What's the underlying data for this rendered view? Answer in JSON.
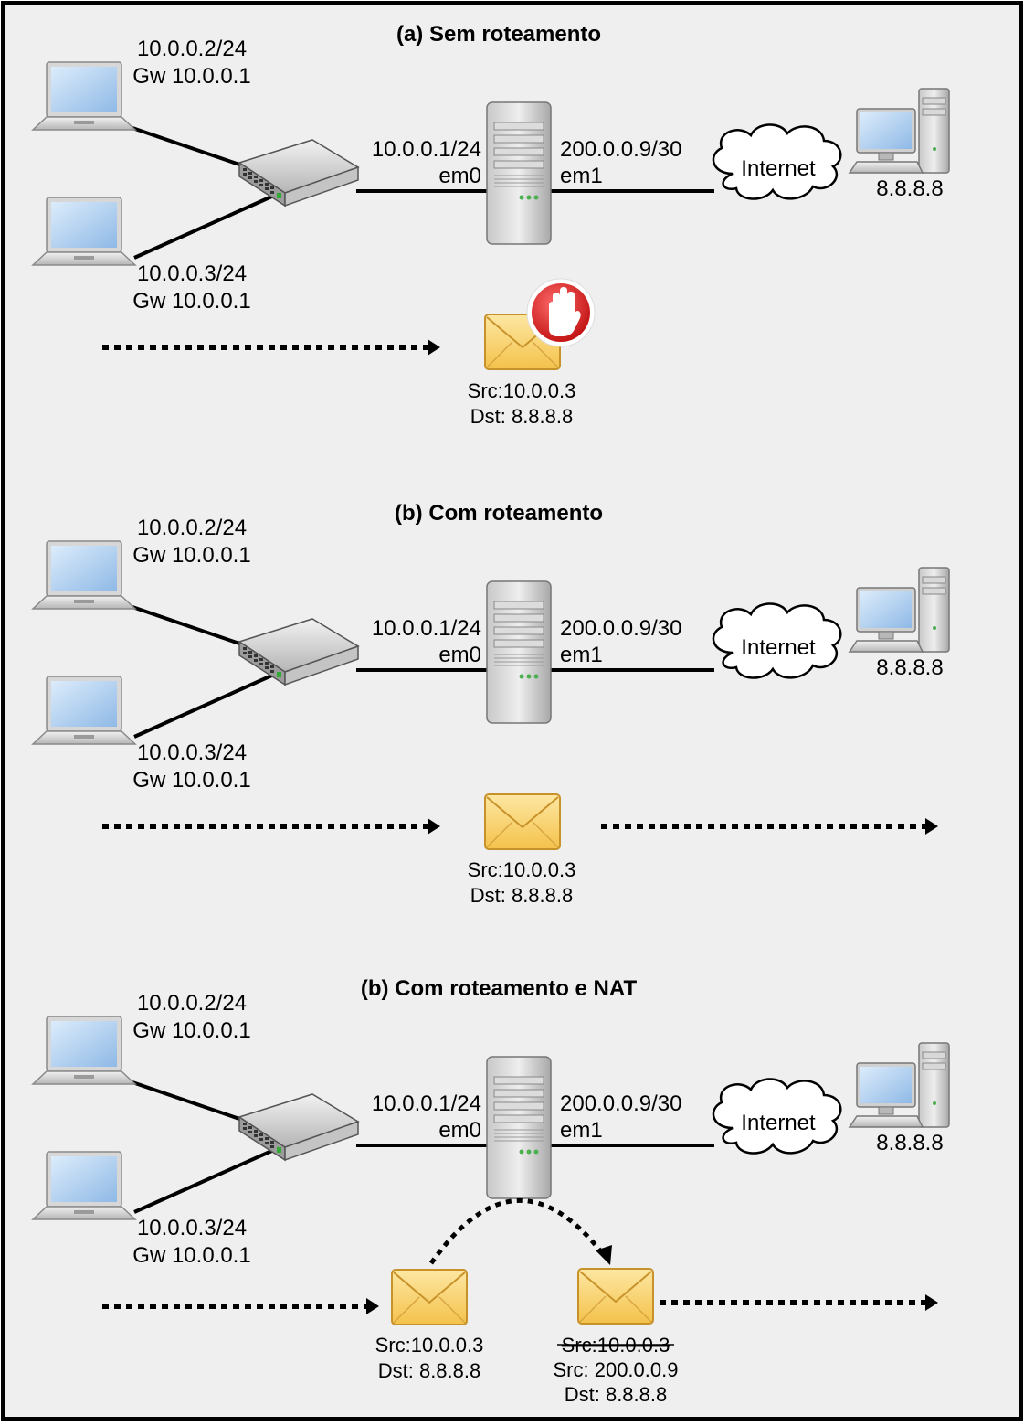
{
  "colors": {
    "background": "#efefef",
    "border": "#000000",
    "laptop_screen": "#a9cdf0",
    "envelope": "#f9d36a",
    "stop_sign": "#d92020",
    "led_green": "#4caf50"
  },
  "icons": [
    "laptop-icon",
    "switch-icon",
    "server-icon",
    "cloud-icon",
    "desktop-computer-icon",
    "envelope-icon",
    "stop-hand-icon",
    "dotted-arrow"
  ],
  "panels": [
    {
      "title": "(a) Sem roteamento",
      "host1_ip": "10.0.0.2/24",
      "host1_gw": "Gw 10.0.0.1",
      "host2_ip": "10.0.0.3/24",
      "host2_gw": "Gw 10.0.0.1",
      "em0_ip": "10.0.0.1/24",
      "em0_name": "em0",
      "em1_ip": "200.0.0.9/30",
      "em1_name": "em1",
      "cloud_label": "Internet",
      "dest_ip": "8.8.8.8",
      "packets": [
        {
          "src": "Src:10.0.0.3",
          "dst": "Dst: 8.8.8.8",
          "blocked": true
        }
      ]
    },
    {
      "title": "(b) Com roteamento",
      "host1_ip": "10.0.0.2/24",
      "host1_gw": "Gw 10.0.0.1",
      "host2_ip": "10.0.0.3/24",
      "host2_gw": "Gw 10.0.0.1",
      "em0_ip": "10.0.0.1/24",
      "em0_name": "em0",
      "em1_ip": "200.0.0.9/30",
      "em1_name": "em1",
      "cloud_label": "Internet",
      "dest_ip": "8.8.8.8",
      "packets": [
        {
          "src": "Src:10.0.0.3",
          "dst": "Dst: 8.8.8.8",
          "blocked": false
        }
      ]
    },
    {
      "title": "(b) Com roteamento e NAT",
      "host1_ip": "10.0.0.2/24",
      "host1_gw": "Gw 10.0.0.1",
      "host2_ip": "10.0.0.3/24",
      "host2_gw": "Gw 10.0.0.1",
      "em0_ip": "10.0.0.1/24",
      "em0_name": "em0",
      "em1_ip": "200.0.0.9/30",
      "em1_name": "em1",
      "cloud_label": "Internet",
      "dest_ip": "8.8.8.8",
      "packets": [
        {
          "src": "Src:10.0.0.3",
          "dst": "Dst: 8.8.8.8"
        },
        {
          "src_old": "Src:10.0.0.3",
          "src": "Src: 200.0.0.9",
          "dst": "Dst: 8.8.8.8"
        }
      ]
    }
  ]
}
